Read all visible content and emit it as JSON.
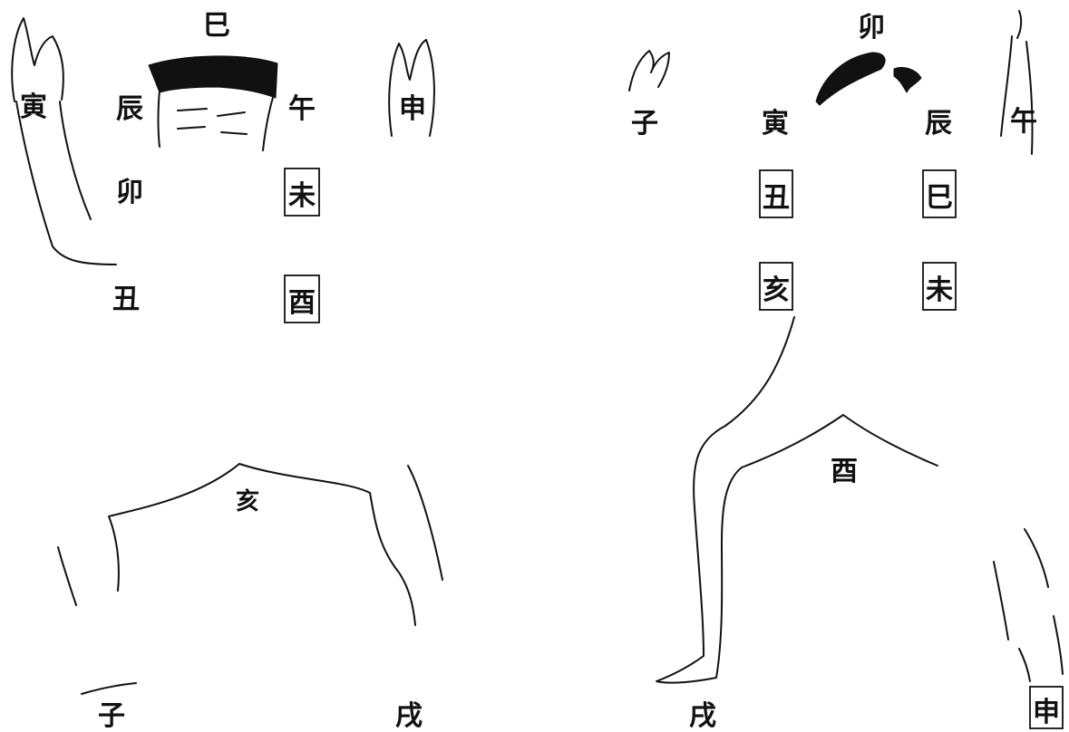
{
  "left_figure": {
    "labels": {
      "si": "巳",
      "chen": "辰",
      "wu": "午",
      "yin": "寅",
      "shen": "申",
      "mao": "卯",
      "wei": "未",
      "chou": "丑",
      "you": "酉",
      "hai": "亥",
      "zi": "子",
      "xu": "戌"
    }
  },
  "right_figure": {
    "labels": {
      "mao": "卯",
      "zi": "子",
      "yin": "寅",
      "chen": "辰",
      "wu": "午",
      "chou": "丑",
      "si": "巳",
      "hai": "亥",
      "wei": "未",
      "you": "酉",
      "xu": "戌",
      "shen": "申"
    }
  }
}
